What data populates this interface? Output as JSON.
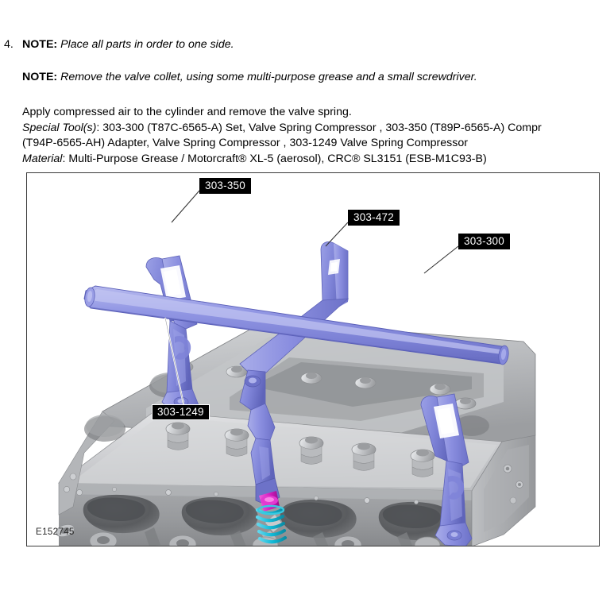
{
  "step": {
    "number": "4.",
    "note_label": "NOTE:",
    "note_1": "Place all parts in order to one side.",
    "note_2": "Remove the valve collet, using some multi-purpose grease and a small screwdriver."
  },
  "instruction": "Apply compressed air to the cylinder and remove the valve spring.",
  "special_tools": {
    "label": "Special Tool(s)",
    "separator": ": ",
    "line_1": "303-300 (T87C-6565-A) Set, Valve Spring Compressor , 303-350 (T89P-6565-A) Compr",
    "line_2": "(T94P-6565-AH) Adapter, Valve Spring Compressor , 303-1249 Valve Spring Compressor"
  },
  "material": {
    "label": "Material",
    "separator": ": ",
    "value": "Multi-Purpose Grease / Motorcraft® XL-5 (aerosol), CRC® SL3151 (ESB-M1C93-B)"
  },
  "figure": {
    "id": "E152745",
    "callouts": [
      {
        "id": "303-350",
        "bordered": false
      },
      {
        "id": "303-472",
        "bordered": false
      },
      {
        "id": "303-300",
        "bordered": false
      },
      {
        "id": "303-1249",
        "bordered": true
      }
    ]
  },
  "colors": {
    "tool_periwinkle": "#8b8fe0",
    "tool_periwinkle_light": "#a7abe9",
    "tool_periwinkle_dark": "#6b6fc6",
    "head_gray_light": "#d9dadc",
    "head_gray_mid": "#b2b4b7",
    "head_gray_dark": "#8d8f92",
    "deck_gray": "#9a9c9f",
    "collet_magenta": "#d21bbe",
    "spring_cyan": "#12b9d6",
    "label_bg": "#000000",
    "label_text": "#ffffff",
    "frame_border": "#3a3a3a"
  }
}
